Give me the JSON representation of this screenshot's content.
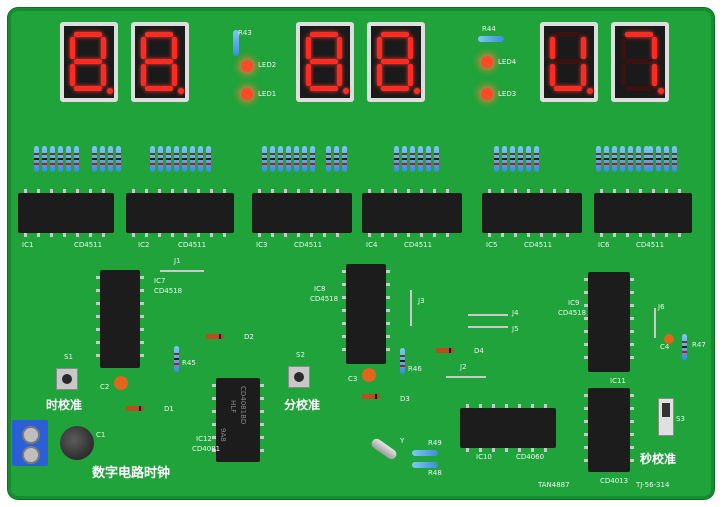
{
  "board": {
    "title_cn": "数字电路时钟",
    "model": "TAN4887",
    "code": "TJ-56-314",
    "button_labels": {
      "hour": "时校准",
      "minute": "分校准",
      "second": "秒校准"
    },
    "button_refs": {
      "s1": "S1",
      "s2": "S2",
      "s3": "S3"
    },
    "led_refs": {
      "led1": "LED1",
      "led2": "LED2",
      "led3": "LED3",
      "led4": "LED4"
    },
    "res_refs": {
      "r43": "R43",
      "r44": "R44",
      "r45": "R45",
      "r46": "R46",
      "r47": "R47",
      "r48": "R48",
      "r49": "R49"
    },
    "chip_refs": {
      "ic1": "IC1",
      "ic2": "IC2",
      "ic3": "IC3",
      "ic4": "IC4",
      "ic5": "IC5",
      "ic6": "IC6",
      "ic7": "IC7",
      "ic8": "IC8",
      "ic9": "IC9",
      "ic10": "IC10",
      "ic11": "IC11",
      "ic12": "IC12"
    },
    "chip_types": {
      "decoder": "CD4511",
      "counter": "CD4518",
      "osc": "CD4060",
      "flipflop": "CD4013",
      "gate": "CD4081"
    },
    "chip_marks": {
      "ic12_top": "CD4081BD",
      "ic12_mid": "HLF",
      "ic12_bot": "9A8"
    },
    "jumper_refs": {
      "j1": "J1",
      "j2": "J2",
      "j3": "J3",
      "j4": "J4",
      "j5": "J5",
      "j6": "J6"
    },
    "diode_refs": {
      "d1": "D1",
      "d2": "D2",
      "d3": "D3",
      "d4": "D4"
    },
    "cap_refs": {
      "c1": "C1",
      "c2": "C2",
      "c3": "C3",
      "c4": "C4"
    },
    "crystal_ref": "Y"
  }
}
